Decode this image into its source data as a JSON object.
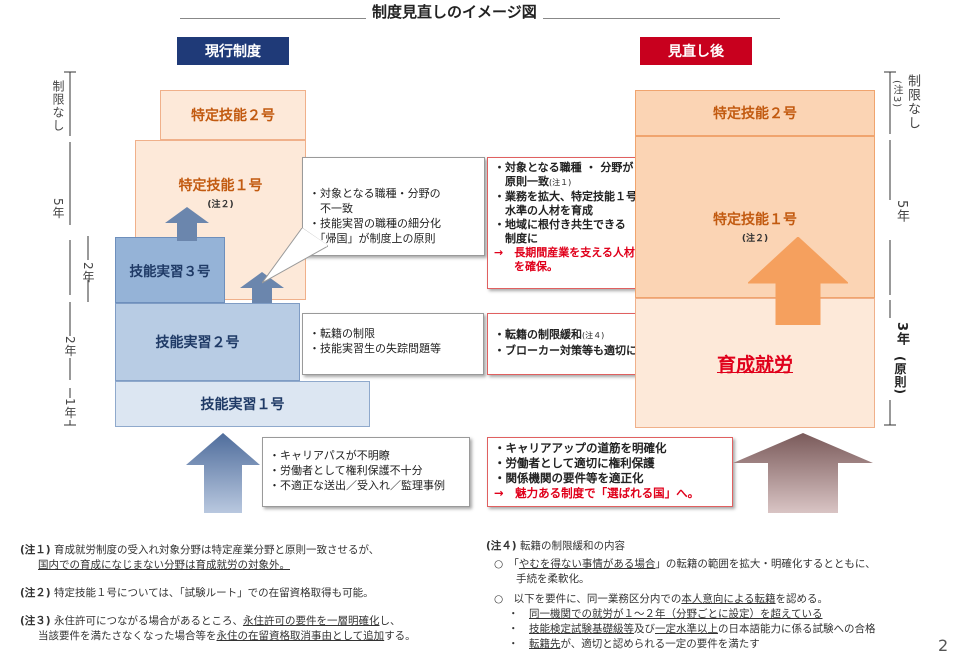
{
  "title": "制度見直しのイメージ図",
  "current_label": "現行制度",
  "after_label": "見直し後",
  "left_axis": {
    "unlimited": "制限なし",
    "y5": "5年",
    "y2a": "2年",
    "y2b": "2年",
    "y1": "1年"
  },
  "right_axis": {
    "unlimited": "制限なし",
    "note3": "(注3)",
    "y5": "5年",
    "y3": "3年",
    "principle": "(原則)"
  },
  "left_boxes": {
    "tokutei2": "特定技能２号",
    "tokutei1": "特定技能１号",
    "tokutei1_note": "(注２)",
    "jisshu3": "技能実習３号",
    "jisshu2": "技能実習２号",
    "jisshu1": "技能実習１号"
  },
  "right_boxes": {
    "tokutei2": "特定技能２号",
    "tokutei1": "特定技能１号",
    "tokutei1_note": "(注２)",
    "ikusei": "育成就労"
  },
  "callout_left_top": [
    "・対象となる職種・分野の",
    "　不一致",
    "・技能実習の職種の細分化",
    "・「帰国」が制度上の原則"
  ],
  "callout_left_mid": [
    "・転籍の制限",
    "・技能実習生の失踪問題等"
  ],
  "callout_left_bot": [
    "・キャリアパスが不明瞭",
    "・労働者として権利保護不十分",
    "・不適正な送出／受入れ／監理事例"
  ],
  "callout_right_top": {
    "lines": [
      "・対象となる職種 ・ 分野が",
      "　原則一致",
      "・業務を拡大、特定技能１号",
      "　水準の人材を育成",
      "・地域に根付き共生できる",
      "　制度に"
    ],
    "note1": "(注１)",
    "arrow": "→",
    "red1": "長期間産業を支える人材",
    "red2": "を確保。"
  },
  "callout_right_mid": {
    "line1": "・転籍の制限緩和",
    "note4": "(注４)",
    "line2": "・ブローカー対策等も適切に"
  },
  "callout_right_bot": {
    "lines": [
      "・キャリアアップの道筋を明確化",
      "・労働者として適切に権利保護",
      "・関係機関の要件等を適正化"
    ],
    "arrow": "→",
    "red": "魅力ある制度で「選ばれる国」へ。"
  },
  "notes_left": {
    "n1_label": "(注１)",
    "n1_a": "育成就労制度の受入れ対象分野は特定産業分野と原則一致させるが、",
    "n1_b": "国内での育成になじまない分野は育成就労の対象外。",
    "n2_label": "(注２)",
    "n2_a": "特定技能１号については、「試験ルート」での在留資格取得も可能。",
    "n3_label": "(注３)",
    "n3_a1": "永住許可につながる場合があるところ、",
    "n3_a2": "永住許可の要件を一層明確化",
    "n3_a3": "し、",
    "n3_b1": "当該要件を満たさなくなった場合等を",
    "n3_b2": "永住の在留資格取消事由として追加",
    "n3_b3": "する。"
  },
  "notes_right": {
    "n4_label": "(注４)",
    "n4_title": "転籍の制限緩和の内容",
    "c1_mark": "○",
    "c1_a1": "「",
    "c1_a2": "やむを得ない事情がある場合",
    "c1_a3": "」の転籍の範囲を拡大・明確化するとともに、",
    "c1_b": "手続を柔軟化。",
    "c2_mark": "○",
    "c2_a1": "以下を要件に、同一業務区分内での",
    "c2_a2": "本人意向による転籍",
    "c2_a3": "を認める。",
    "b1": "同一機関での就労が１～２年（分野ごとに設定）を超えている",
    "b2_1": "技能検定試験基礎級等",
    "b2_2": "及び",
    "b2_3": "一定水準以上",
    "b2_4": "の日本語能力に係る試験への合格",
    "b3_1": "転籍先",
    "b3_2": "が、適切と認められる一定の要件を満たす"
  },
  "page_number": "2"
}
